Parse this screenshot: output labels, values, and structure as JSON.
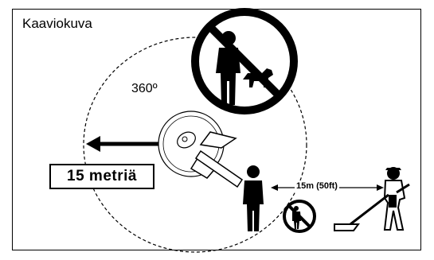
{
  "diagram": {
    "title": "Kaaviokuva",
    "rotation_label": "360º",
    "safety_distance_label": "15 metriä",
    "operator_separation_label": "15m (50ft)"
  },
  "icons": [
    "no-people-no-animals-sign",
    "no-people-sign",
    "bystander",
    "operator-with-trimmer",
    "trimmer-cutting-head",
    "direction-arrow"
  ]
}
